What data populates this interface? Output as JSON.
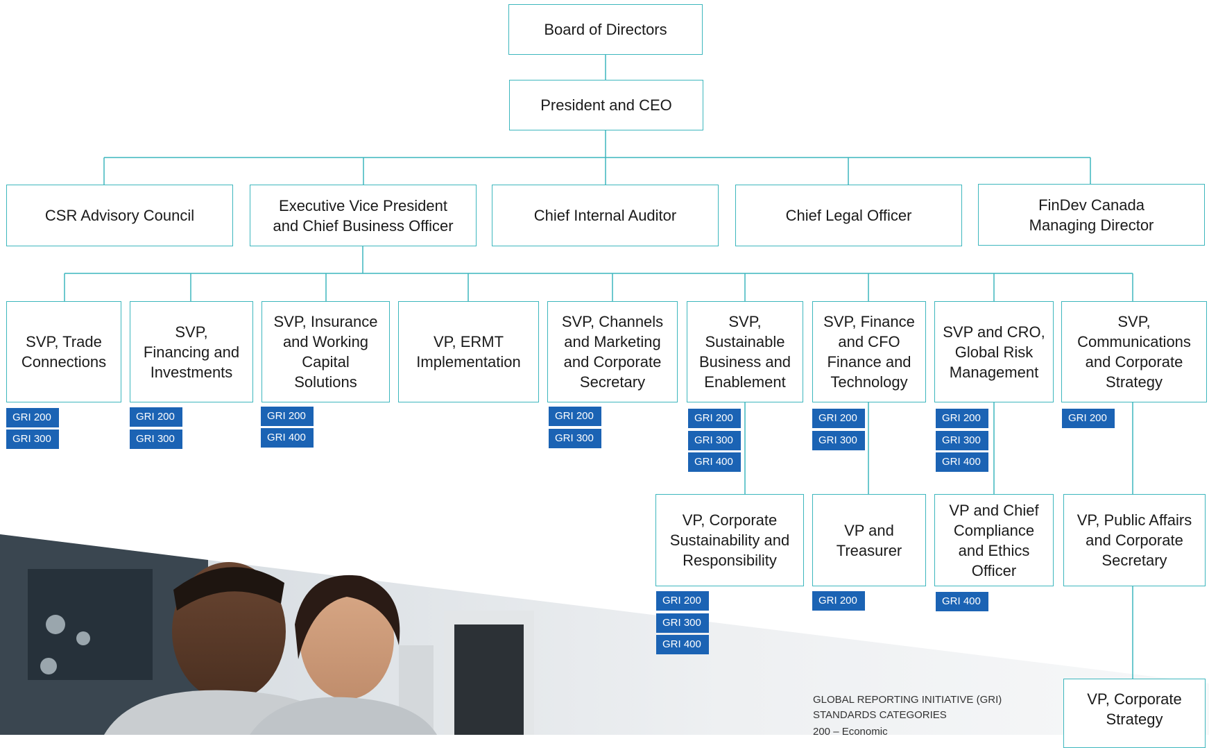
{
  "colors": {
    "box_border": "#3cb6bd",
    "badge_bg": "#1b63b4",
    "badge_text": "#ffffff"
  },
  "nodes": {
    "board": "Board of Directors",
    "ceo": "President and CEO",
    "csr": "CSR Advisory Council",
    "evp": "Executive Vice President\nand Chief Business Officer",
    "auditor": "Chief Internal Auditor",
    "legal": "Chief Legal Officer",
    "findev": "FinDev Canada\nManaging Director",
    "svp_trade": "SVP, Trade\nConnections",
    "svp_financing": "SVP,\nFinancing and\nInvestments",
    "svp_insurance": "SVP, Insurance\nand Working\nCapital\nSolutions",
    "vp_ermt": "VP, ERMT\nImplementation",
    "svp_channels": "SVP, Channels\nand Marketing\nand Corporate\nSecretary",
    "svp_sustainable": "SVP,\nSustainable\nBusiness and\nEnablement",
    "svp_finance": "SVP, Finance\nand CFO\nFinance and\nTechnology",
    "svp_cro": "SVP and CRO,\nGlobal Risk\nManagement",
    "svp_comms": "SVP,\nCommunications\nand Corporate\nStrategy",
    "vp_csr": "VP, Corporate\nSustainability and\nResponsibility",
    "vp_treasurer": "VP and\nTreasurer",
    "vp_compliance": "VP and Chief\nCompliance\nand Ethics\nOfficer",
    "vp_public": "VP, Public Affairs\nand Corporate\nSecretary",
    "vp_strategy": "VP, Corporate\nStrategy"
  },
  "badges": {
    "svp_trade": [
      "GRI 200",
      "GRI 300"
    ],
    "svp_financing": [
      "GRI 200",
      "GRI 300"
    ],
    "svp_insurance": [
      "GRI 200",
      "GRI 400"
    ],
    "svp_channels": [
      "GRI 200",
      "GRI 300"
    ],
    "svp_sustainable": [
      "GRI 200",
      "GRI 300",
      "GRI 400"
    ],
    "svp_finance": [
      "GRI 200",
      "GRI 300"
    ],
    "svp_cro": [
      "GRI 200",
      "GRI 300",
      "GRI 400"
    ],
    "svp_comms": [
      "GRI 200"
    ],
    "vp_csr": [
      "GRI 200",
      "GRI 300",
      "GRI 400"
    ],
    "vp_treasurer": [
      "GRI 200"
    ],
    "vp_compliance": [
      "GRI 400"
    ]
  },
  "legend": {
    "title": "GLOBAL REPORTING INITIATIVE (GRI)\nSTANDARDS CATEGORIES",
    "item_partial": "200 – Economic"
  }
}
